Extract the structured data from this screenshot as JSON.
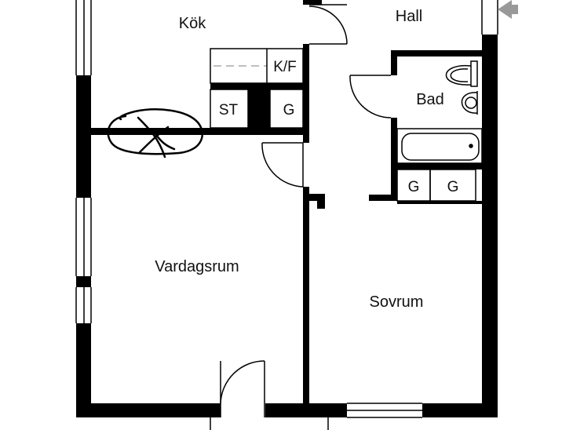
{
  "rooms": {
    "kok": "Kök",
    "hall": "Hall",
    "bad": "Bad",
    "vardagsrum": "Vardagsrum",
    "sovrum": "Sovrum"
  },
  "fixtures": {
    "fridge_freezer": "K/F",
    "stove": "ST",
    "cabinet_kitchen": "G",
    "cabinet_left": "G",
    "cabinet_right": "G"
  },
  "colors": {
    "wall": "#000000",
    "background": "#ffffff",
    "annotation": "#000000",
    "dashed": "#999999"
  },
  "icons": {
    "entrance": "arrow-left-icon",
    "annotation": "scribble-circle-x-icon"
  }
}
